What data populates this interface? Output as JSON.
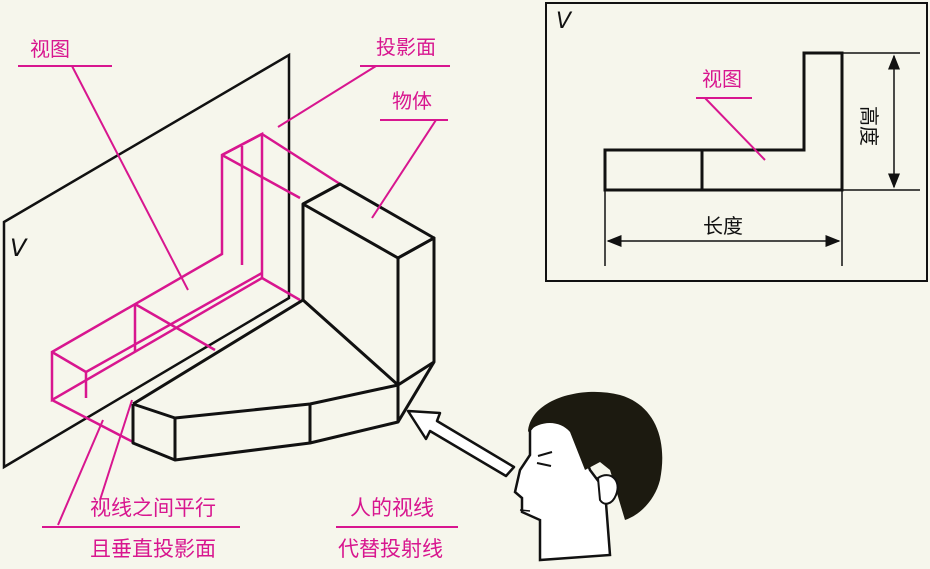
{
  "diagram": {
    "left_plane_label": "V",
    "right_plane_label": "V",
    "labels": {
      "view": "视图",
      "projection_plane": "投影面",
      "object": "物体",
      "parallel_line1": "视线之间平行",
      "parallel_line2": "且垂直投影面",
      "sight_line1": "人的视线",
      "sight_line2": "代替投射线"
    },
    "inset": {
      "view_label": "视图",
      "height_label": "高度",
      "length_label": "长度"
    },
    "colors": {
      "accent": "#d8168f",
      "ink": "#111111",
      "background": "#f6f6ec",
      "skin": "#ffffff"
    }
  }
}
